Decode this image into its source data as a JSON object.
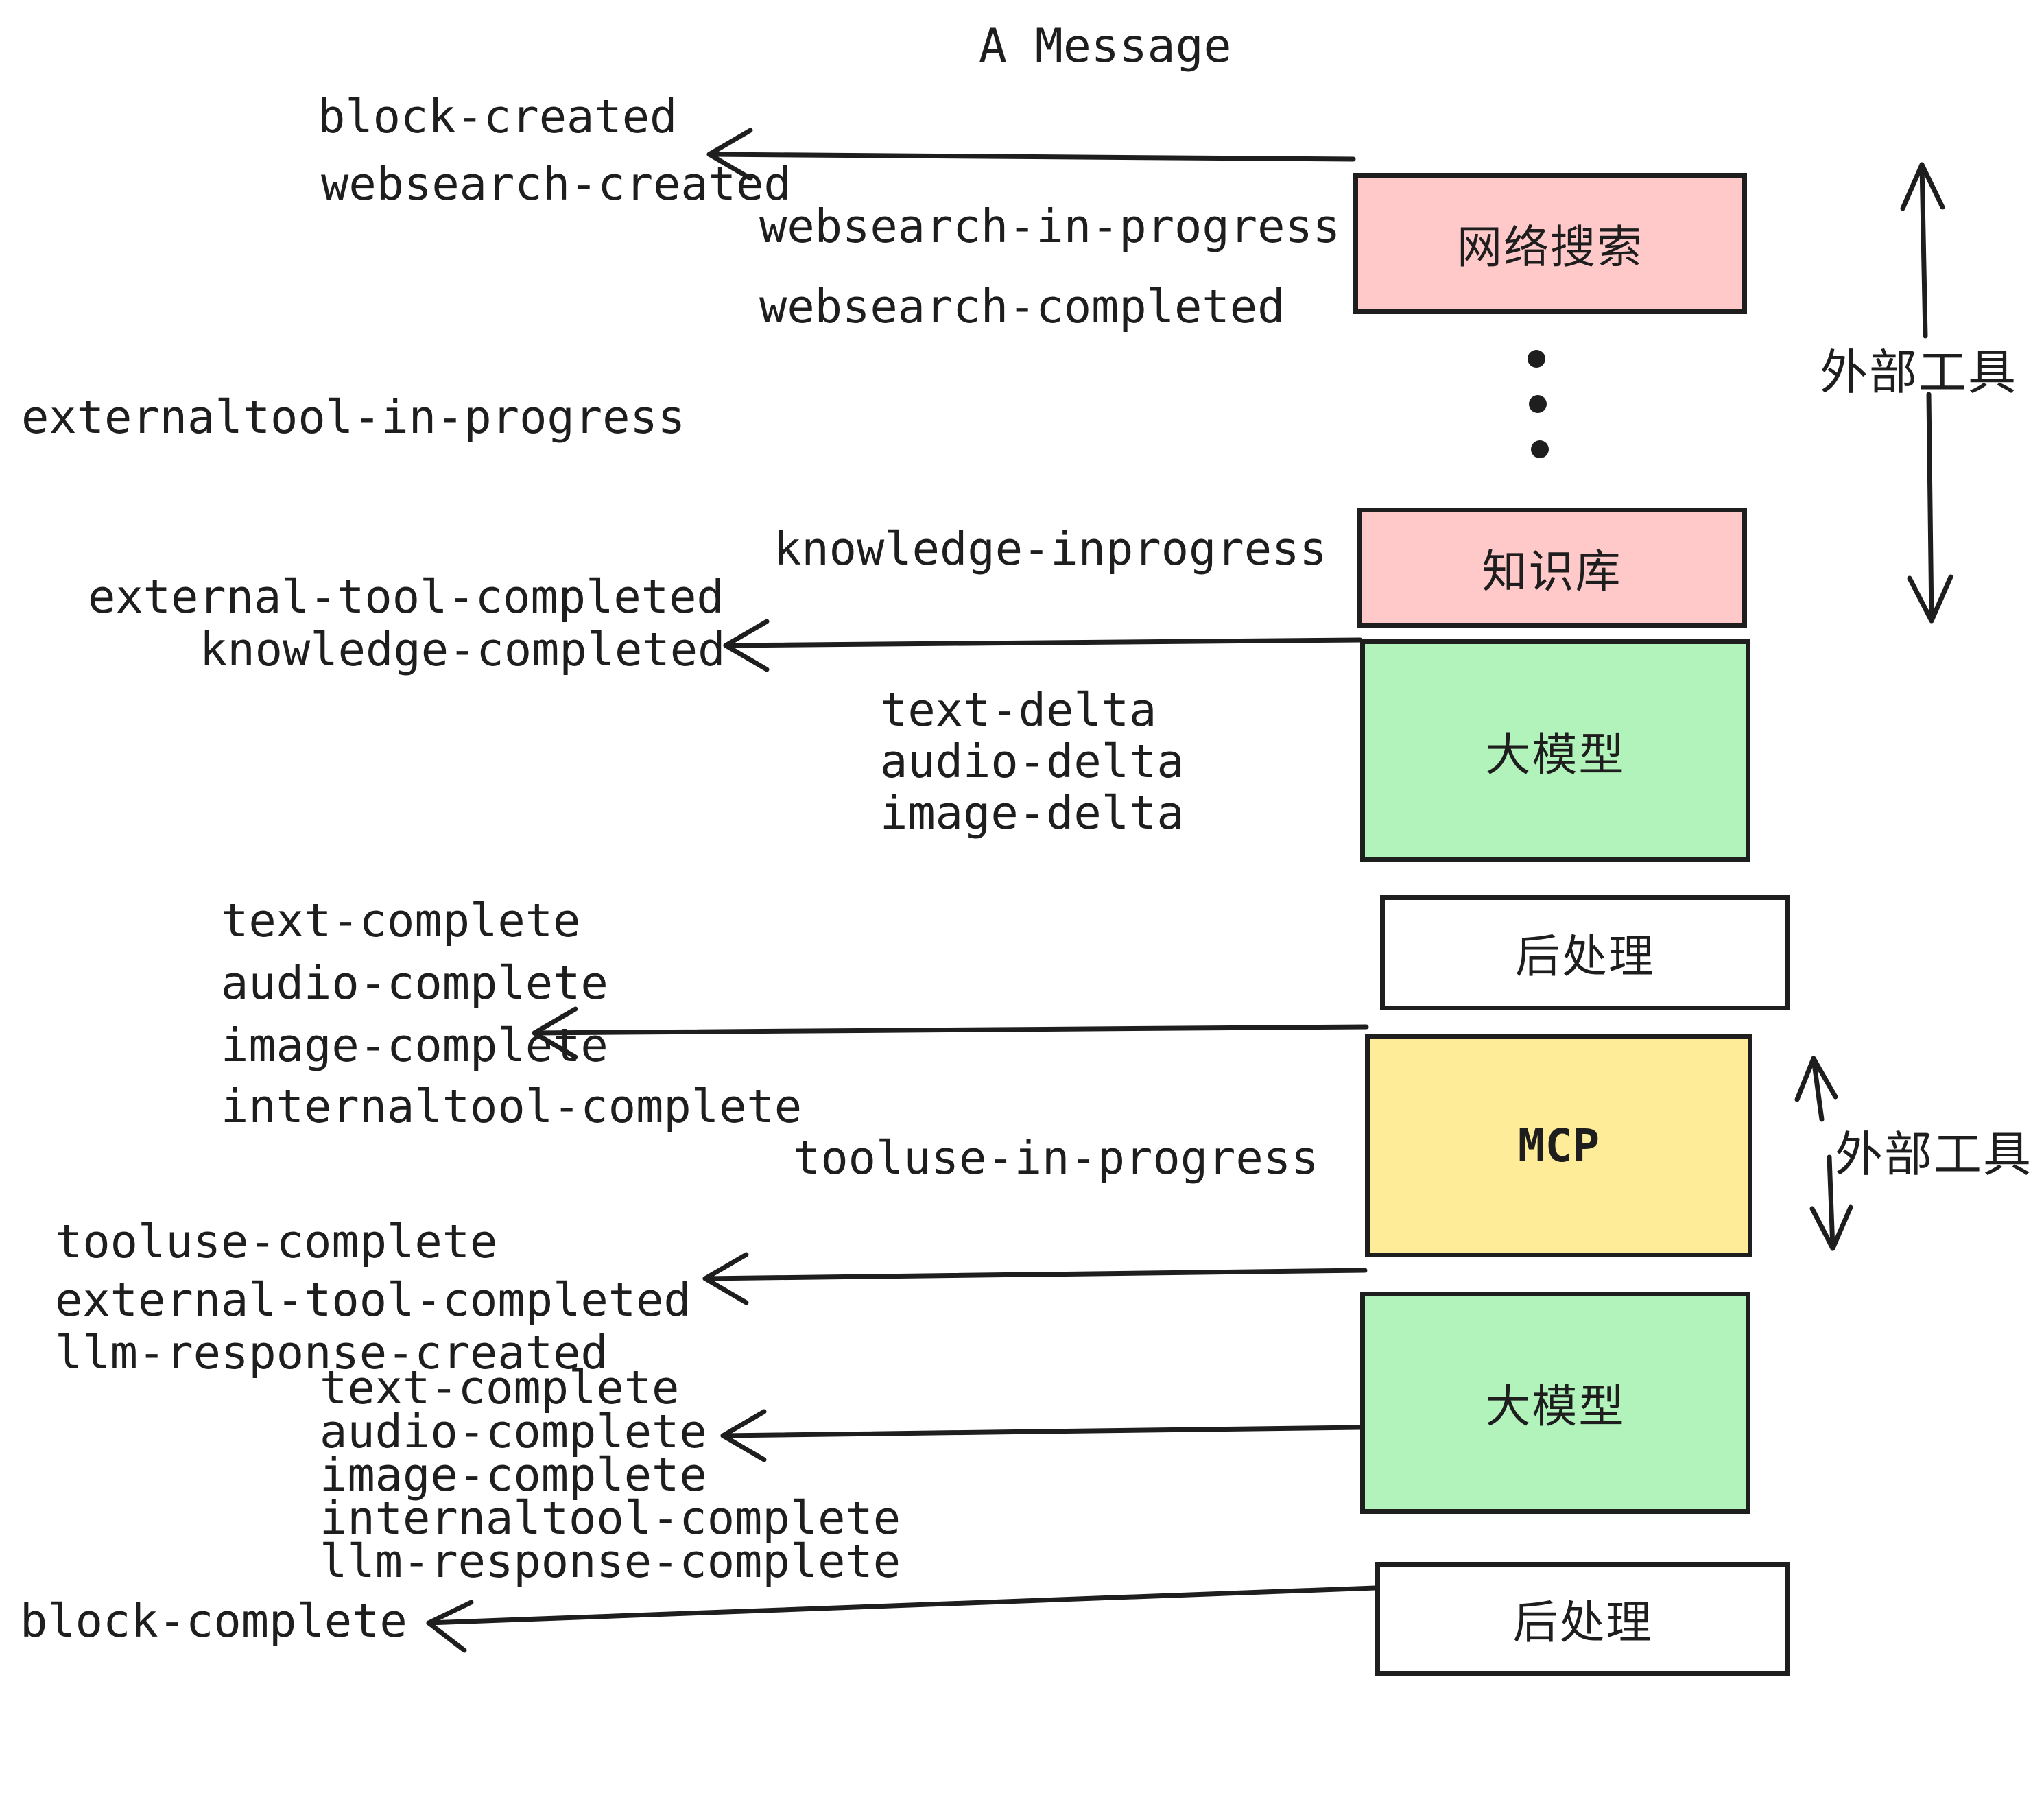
{
  "title": "A Message",
  "colors": {
    "background": "#ffffff",
    "stroke": "#1e1e1e",
    "pink": "#ffc9c9",
    "green": "#b2f2bb",
    "yellow": "#ffec99",
    "white": "#ffffff"
  },
  "boxes": [
    {
      "id": "websearch",
      "label": "网络搜索",
      "color": "#ffc9c9"
    },
    {
      "id": "knowledge",
      "label": "知识库",
      "color": "#ffc9c9"
    },
    {
      "id": "llm-1",
      "label": "大模型",
      "color": "#b2f2bb"
    },
    {
      "id": "post-1",
      "label": "后处理",
      "color": "#ffffff"
    },
    {
      "id": "mcp",
      "label": "MCP",
      "color": "#ffec99"
    },
    {
      "id": "llm-2",
      "label": "大模型",
      "color": "#b2f2bb"
    },
    {
      "id": "post-2",
      "label": "后处理",
      "color": "#ffffff"
    }
  ],
  "annotations": [
    {
      "id": "external-tools-top",
      "label": "外部工具"
    },
    {
      "id": "external-tools-mcp",
      "label": "外部工具"
    }
  ],
  "events": [
    {
      "id": "block-created",
      "text": "block-created"
    },
    {
      "id": "websearch-created",
      "text": "websearch-created"
    },
    {
      "id": "websearch-in-progress",
      "text": "websearch-in-progress"
    },
    {
      "id": "websearch-completed",
      "text": "websearch-completed"
    },
    {
      "id": "externaltool-in-progress",
      "text": "externaltool-in-progress"
    },
    {
      "id": "knowledge-inprogress",
      "text": "knowledge-inprogress"
    },
    {
      "id": "external-tool-completed",
      "text": "external-tool-completed"
    },
    {
      "id": "knowledge-completed",
      "text": "knowledge-completed"
    },
    {
      "id": "text-delta-1",
      "text": "text-delta"
    },
    {
      "id": "audio-delta-1",
      "text": "audio-delta"
    },
    {
      "id": "image-delta-1",
      "text": "image-delta"
    },
    {
      "id": "text-complete-1",
      "text": "text-complete"
    },
    {
      "id": "audio-complete-1",
      "text": "audio-complete"
    },
    {
      "id": "image-complete-1",
      "text": "image-complete"
    },
    {
      "id": "internaltool-complete-1",
      "text": "internaltool-complete"
    },
    {
      "id": "tooluse-in-progress",
      "text": "tooluse-in-progress"
    },
    {
      "id": "tooluse-complete",
      "text": "tooluse-complete"
    },
    {
      "id": "external-tool-completed-2",
      "text": "external-tool-completed"
    },
    {
      "id": "llm-response-created",
      "text": "llm-response-created"
    },
    {
      "id": "text-complete-2",
      "text": "text-complete"
    },
    {
      "id": "audio-complete-2",
      "text": "audio-complete"
    },
    {
      "id": "image-complete-2",
      "text": "image-complete"
    },
    {
      "id": "internaltool-complete-2",
      "text": "internaltool-complete"
    },
    {
      "id": "llm-response-complete",
      "text": "llm-response-complete"
    },
    {
      "id": "block-complete",
      "text": "block-complete"
    }
  ]
}
